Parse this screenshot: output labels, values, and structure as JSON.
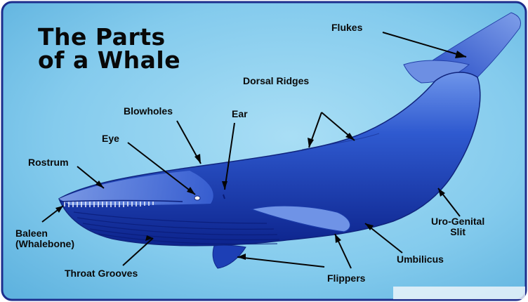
{
  "title": {
    "line1": "The Parts",
    "line2": "of a Whale"
  },
  "labels": {
    "flukes": "Flukes",
    "dorsal_ridges": "Dorsal Ridges",
    "blowholes": "Blowholes",
    "ear": "Ear",
    "eye": "Eye",
    "rostrum": "Rostrum",
    "baleen_line1": "Baleen",
    "baleen_line2": "(Whalebone)",
    "throat_grooves": "Throat Grooves",
    "flippers": "Flippers",
    "umbilicus": "Umbilicus",
    "uro_genital_line1": "Uro-Genital",
    "uro_genital_line2": "Slit"
  },
  "colors": {
    "background": "#7ec9ee",
    "border": "#1d2d8c",
    "whale_dark": "#0f2a9c",
    "whale_light": "#6c93e8",
    "text": "#0a0a0a"
  }
}
